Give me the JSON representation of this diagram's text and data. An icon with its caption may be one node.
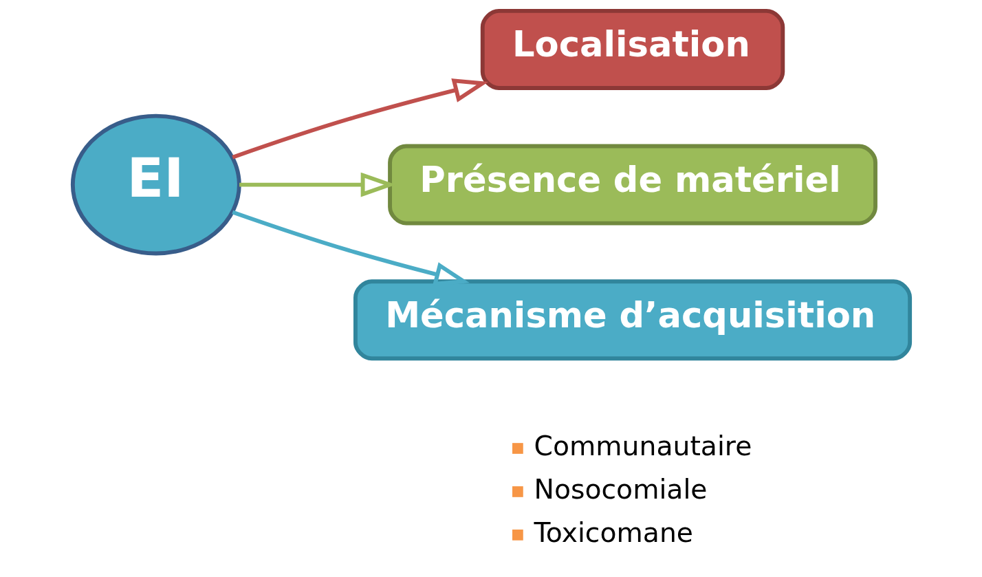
{
  "diagram": {
    "nodes": [
      {
        "text": [
          "EI"
        ]
      },
      {
        "text": [
          "Localisation"
        ]
      },
      {
        "text": [
          "Présence de matériel"
        ]
      },
      {
        "text": [
          "Mécanisme d’acquisition"
        ],
        "beside": [
          "Communautaire",
          "Nosocomiale",
          "Toxicomane"
        ]
      }
    ],
    "edges": [
      {
        "from": 0,
        "to": 1,
        "arrow": "to",
        "color": "#c0504d"
      },
      {
        "from": 0,
        "to": 2,
        "arrow": "to",
        "color": "#9bbb59"
      },
      {
        "from": 0,
        "to": 3,
        "arrow": "to",
        "color": "#4bacc6"
      }
    ]
  }
}
